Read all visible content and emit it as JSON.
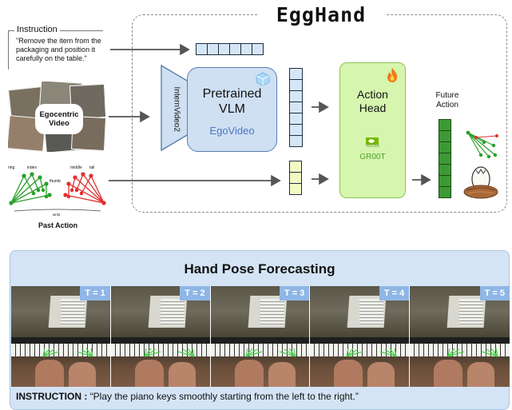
{
  "title": "EggHand",
  "instruction": {
    "label": "Instruction",
    "text": "\"Remove the item from the packaging and position it carefully on the table.\""
  },
  "egocentric": {
    "label_line1": "Egocentric",
    "label_line2": "Video"
  },
  "past_action": {
    "label": "Past Action",
    "left_hand_labels": [
      "ring",
      "index"
    ],
    "right_hand_labels": [
      "middle",
      "tail"
    ],
    "center_label": "thumb",
    "bottom_label": "wrist"
  },
  "vlm": {
    "side_label": "InternVideo2",
    "title_line1": "Pretrained",
    "title_line2": "VLM",
    "subtitle": "EgoVideo"
  },
  "action_head": {
    "title_line1": "Action",
    "title_line2": "Head",
    "brand_small": "NVIDIA",
    "brand": "GR00T"
  },
  "future_action": {
    "line1": "Future",
    "line2": "Action"
  },
  "bottom": {
    "title": "Hand Pose Forecasting",
    "frames": [
      {
        "badge": "T = 1"
      },
      {
        "badge": "T = 2"
      },
      {
        "badge": "T = 3"
      },
      {
        "badge": "T = 4"
      },
      {
        "badge": "T = 5"
      }
    ],
    "instruction_prefix": "INSTRUCTION :",
    "instruction_text": "“Play the piano keys smoothly starting from the left to the right.”"
  },
  "colors": {
    "vlm_fill": "#cfe0f3",
    "action_head_fill": "#d6f5ae",
    "future_token": "#3c9a35",
    "motion_token": "#f2fac4",
    "badge": "#8fb6e6",
    "left_hand": "#2aa02a",
    "right_hand": "#e03030"
  },
  "icons": [
    "ice-cube-icon",
    "fire-icon",
    "nvidia-logo-icon",
    "hand-pose-icon",
    "egg-in-nest-icon"
  ]
}
